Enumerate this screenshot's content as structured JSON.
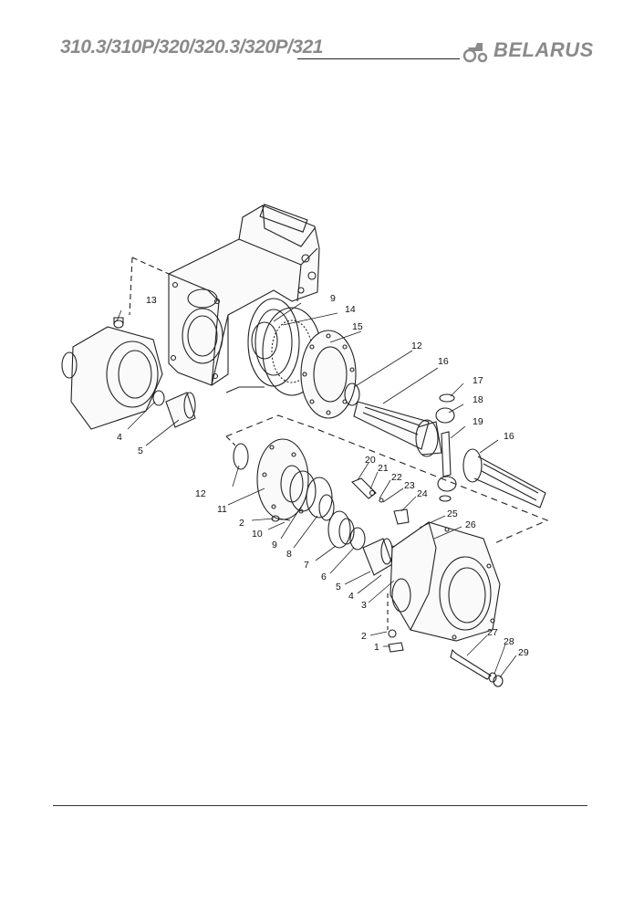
{
  "header": {
    "model_line": "310.3/310P/320/320.3/320P/321",
    "brand": "BELARUS",
    "brand_icon": "tractor-icon"
  },
  "callouts": {
    "c1": "1",
    "c2a": "2",
    "c2b": "2",
    "c3": "3",
    "c4a": "4",
    "c4b": "4",
    "c5a": "5",
    "c5b": "5",
    "c6": "6",
    "c7": "7",
    "c8": "8",
    "c9a": "9",
    "c9b": "9",
    "c10": "10",
    "c11": "11",
    "c12a": "12",
    "c12b": "12",
    "c13": "13",
    "c14": "14",
    "c15": "15",
    "c16a": "16",
    "c16b": "16",
    "c17": "17",
    "c18": "18",
    "c19": "19",
    "c20": "20",
    "c21": "21",
    "c22": "22",
    "c23": "23",
    "c24": "24",
    "c25": "25",
    "c26": "26",
    "c27": "27",
    "c28": "28",
    "c29": "29"
  }
}
